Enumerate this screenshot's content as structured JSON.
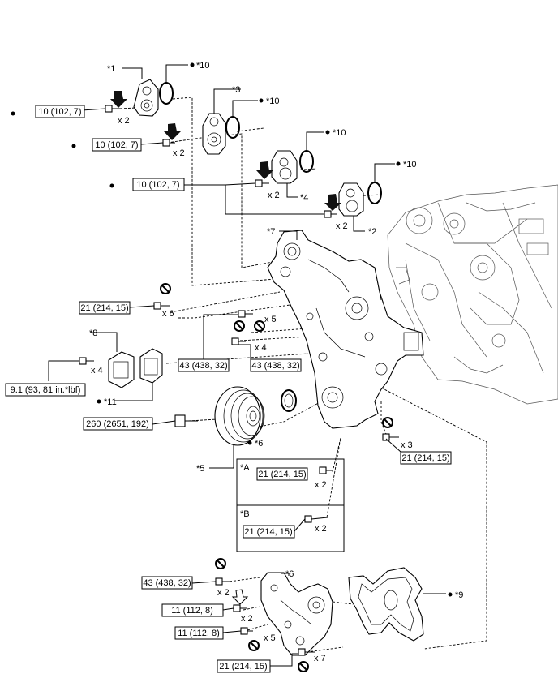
{
  "torque": {
    "t1": "10 (102, 7)",
    "t2": "10 (102, 7)",
    "t3": "10 (102, 7)",
    "t4": "21 (214, 15)",
    "t5": "43 (438, 32)",
    "t6": "43 (438, 32)",
    "t7": "9.1 (93, 81 in.*lbf)",
    "t8": "260 (2651, 192)",
    "t9": "21 (214, 15)",
    "t10": "21 (214, 15)",
    "t11": "21 (214, 15)",
    "t12": "43 (438, 32)",
    "t13": "11 (112, 8)",
    "t14": "11 (112, 8)",
    "t15": "21 (214, 15)"
  },
  "qty": {
    "q1": "x 2",
    "q2": "x 2",
    "q3": "x 2",
    "q4": "x 2",
    "q5": "x 6",
    "q6": "x 5",
    "q7": "x 4",
    "q8": "x 4",
    "q9": "x 3",
    "q10": "x 2",
    "q11": "x 2",
    "q12": "x 2",
    "q13": "x 2",
    "q14": "x 5",
    "q15": "x 7"
  },
  "callouts": {
    "c1": "*1",
    "c2": "*2",
    "c3": "*3",
    "c4": "*4",
    "c5": "*5",
    "c6a": "*6",
    "c6b": "*6",
    "c7": "*7",
    "c8": "*8",
    "c9": "*9",
    "c10a": "*10",
    "c10b": "*10",
    "c10c": "*10",
    "c10d": "*10",
    "c11": "*11",
    "ca": "*A",
    "cb": "*B"
  }
}
